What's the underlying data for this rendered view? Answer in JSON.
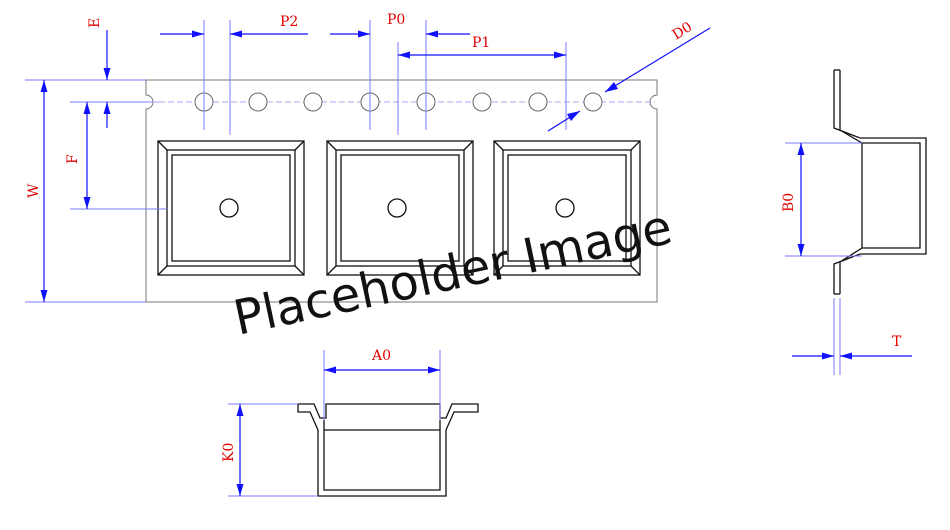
{
  "labels": {
    "e": "E",
    "f": "F",
    "w": "W",
    "p2": "P2",
    "p0": "P0",
    "p1": "P1",
    "d0": "D0",
    "b0": "B0",
    "t": "T",
    "a0": "A0",
    "k0": "K0"
  },
  "watermark": "Placeholder Image",
  "colors": {
    "label": "#e00000",
    "dimension_arrow": "#1010ff",
    "extension_line": "#7a7aff",
    "outline": "#111111"
  }
}
